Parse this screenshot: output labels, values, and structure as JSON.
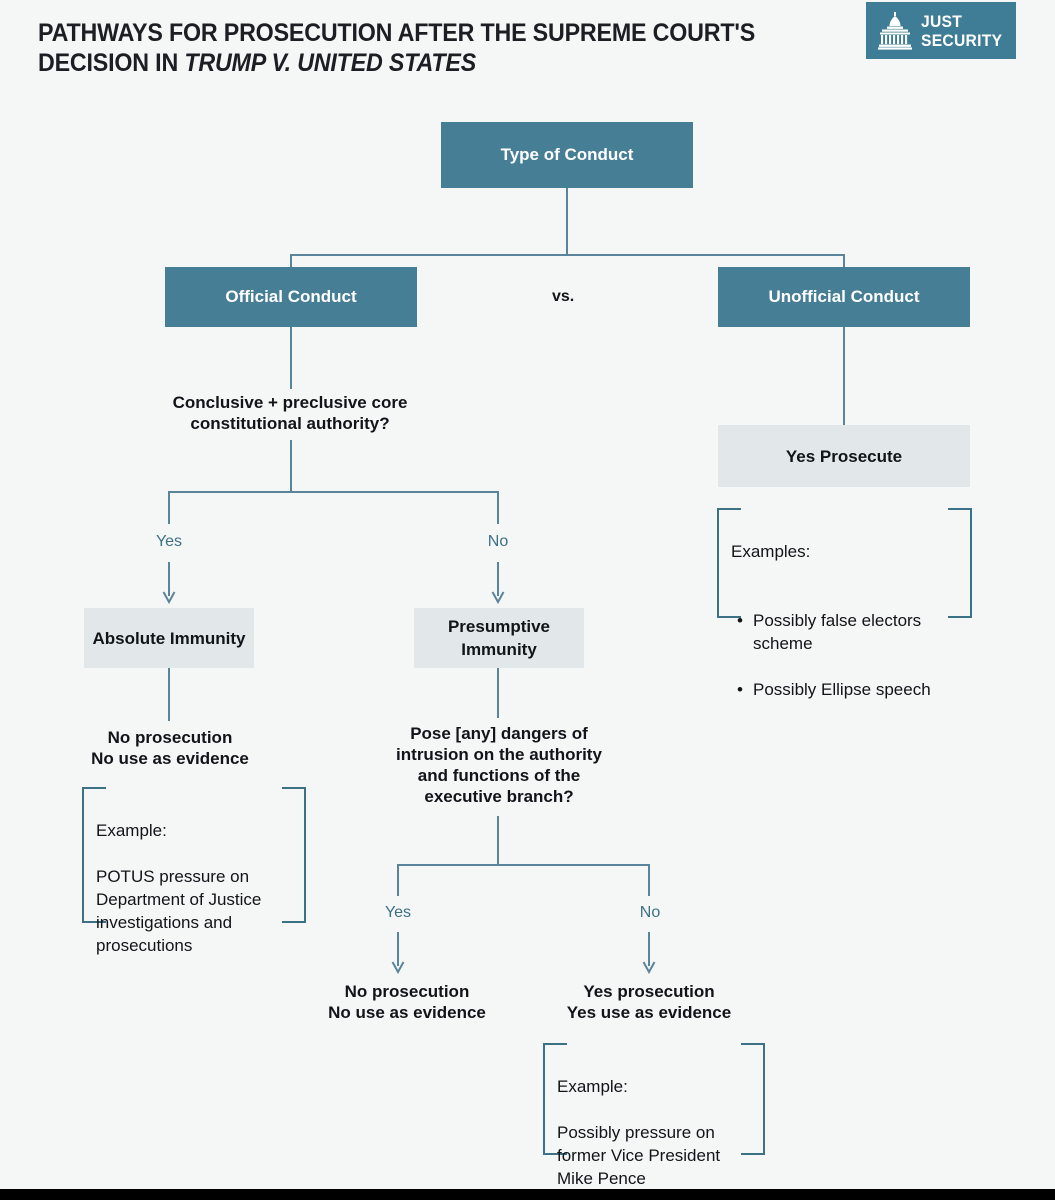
{
  "header": {
    "title_line1": "Pathways for prosecution after the Supreme Court's",
    "title_line2_prefix": "Decision in ",
    "title_line2_case": "Trump v. United States",
    "logo": {
      "icon": "capitol-dome-icon",
      "word1": "JUST",
      "word2": "SECURITY",
      "background": "#3f7d96"
    }
  },
  "colors": {
    "teal_box": "#467e96",
    "gray_box": "#e2e8ea",
    "connector": "#5a8499",
    "branch_label": "#3d7186",
    "page_background": "#f5f6f6",
    "text": "#111418"
  },
  "flowchart": {
    "type": "decision-tree",
    "root": {
      "label": "Type of Conduct"
    },
    "comparison_label": "vs.",
    "branches": {
      "official": {
        "label": "Official Conduct",
        "question": "Conclusive + preclusive core\nconstitutional authority?",
        "yes": {
          "branch_label": "Yes",
          "outcome_box": "Absolute\nImmunity",
          "result": "No prosecution\nNo use as evidence",
          "example": {
            "heading": "Example:",
            "body": "POTUS pressure on\nDepartment of Justice\ninvestigations and\nprosecutions"
          }
        },
        "no": {
          "branch_label": "No",
          "outcome_box": "Presumptive\nImmunity",
          "question": "Pose [any] dangers of\nintrusion on the authority\nand functions of the\nexecutive branch?",
          "yes": {
            "branch_label": "Yes",
            "result": "No prosecution\nNo use as evidence"
          },
          "no": {
            "branch_label": "No",
            "result": "Yes prosecution\nYes use as evidence",
            "example": {
              "heading": "Example:",
              "body": "Possibly pressure on\nformer Vice President\nMike Pence"
            }
          }
        }
      },
      "unofficial": {
        "label": "Unofficial Conduct",
        "outcome_box": "Yes Prosecute",
        "examples": {
          "heading": "Examples:",
          "items": [
            "Possibly false electors scheme",
            "Possibly Ellipse speech"
          ]
        }
      }
    }
  }
}
